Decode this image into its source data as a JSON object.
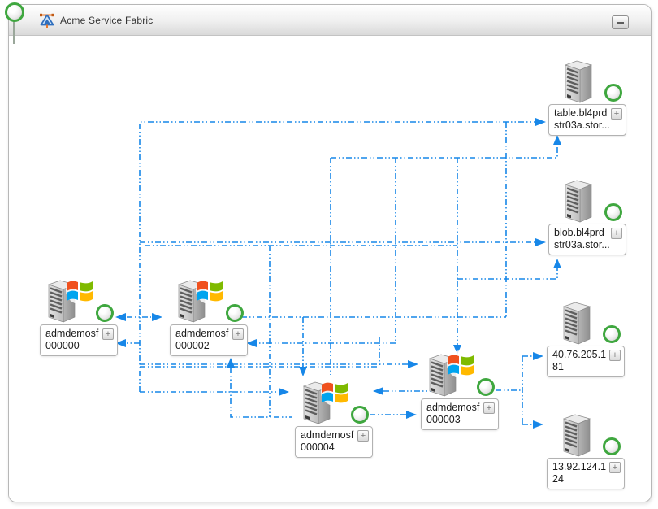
{
  "header": {
    "title": "Acme Service Fabric"
  },
  "diagram": {
    "expand_glyph": "+",
    "line_color": "#1787e8",
    "status_ok_color": "#3fa73f",
    "nodes": [
      {
        "name": "table.bl4prdstr03a.stor...",
        "line1": "table.bl4prd",
        "line2": "str03a.stor...",
        "icon": "server-icon",
        "status_icon": "green-status-circle"
      },
      {
        "name": "blob.bl4prdstr03a.stor...",
        "line1": "blob.bl4prd",
        "line2": "str03a.stor...",
        "icon": "server-icon",
        "status_icon": "green-status-circle"
      },
      {
        "name": "40.76.205.181",
        "line1": "40.76.205.1",
        "line2": "81",
        "icon": "server-icon",
        "status_icon": "green-status-circle"
      },
      {
        "name": "13.92.124.124",
        "line1": "13.92.124.1",
        "line2": "24",
        "icon": "server-icon",
        "status_icon": "green-status-circle"
      },
      {
        "name": "admdemosf000000",
        "line1": "admdemosf",
        "line2": "000000",
        "icon": "windows-server-icon",
        "status_icon": "green-status-circle"
      },
      {
        "name": "admdemosf000002",
        "line1": "admdemosf",
        "line2": "000002",
        "icon": "windows-server-icon",
        "status_icon": "green-status-circle"
      },
      {
        "name": "admdemosf000004",
        "line1": "admdemosf",
        "line2": "000004",
        "icon": "windows-server-icon",
        "status_icon": "green-status-circle"
      },
      {
        "name": "admdemosf000003",
        "line1": "admdemosf",
        "line2": "000003",
        "icon": "windows-server-icon",
        "status_icon": "green-status-circle"
      }
    ]
  },
  "corner_status": {
    "status_icon": "green-status-circle"
  }
}
